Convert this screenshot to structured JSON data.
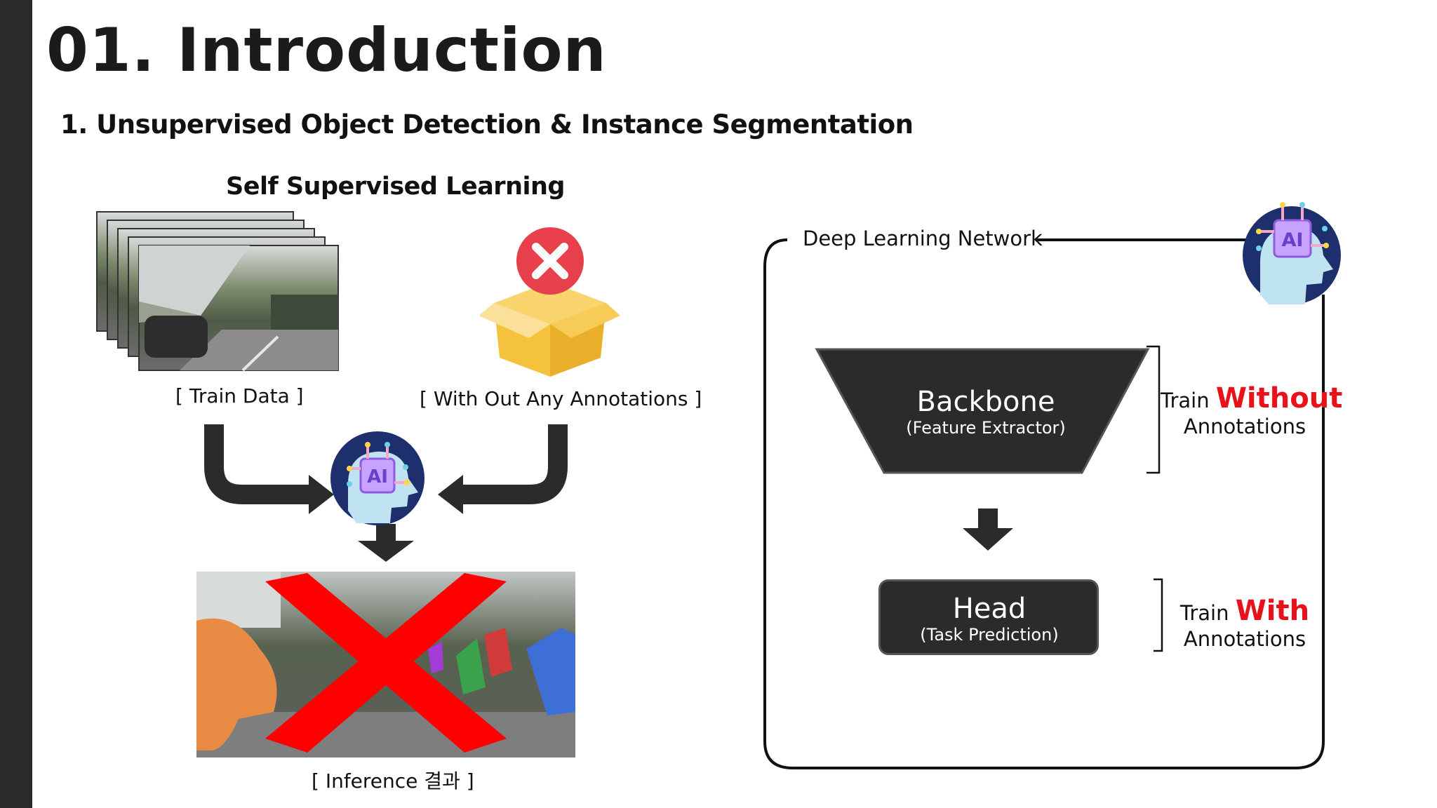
{
  "slide": {
    "title": "01. Introduction",
    "subtitle": "1. Unsupervised Object Detection & Instance Segmentation"
  },
  "left_panel": {
    "heading": "Self Supervised Learning",
    "train_data_caption": "[ Train Data ]",
    "no_annotation_caption": "[ With Out Any Annotations ]",
    "inference_caption": "[ Inference 결과 ]",
    "ai_icon_text": "AI"
  },
  "right_panel": {
    "network_label": "Deep Learning Network",
    "ai_icon_text": "AI",
    "backbone": {
      "title": "Backbone",
      "subtitle": "(Feature Extractor)"
    },
    "head": {
      "title": "Head",
      "subtitle": "(Task Prediction)"
    },
    "train_without": {
      "prefix": "Train",
      "emphasis": "Without",
      "suffix": "Annotations"
    },
    "train_with": {
      "prefix": "Train",
      "emphasis": "With",
      "suffix": "Annotations"
    }
  },
  "colors": {
    "dark": "#2b2b2b",
    "accent_red": "#e8121b",
    "cross_red": "#ff0000",
    "box_yellow": "#f7c948",
    "brain_navy": "#1e2f6e"
  }
}
